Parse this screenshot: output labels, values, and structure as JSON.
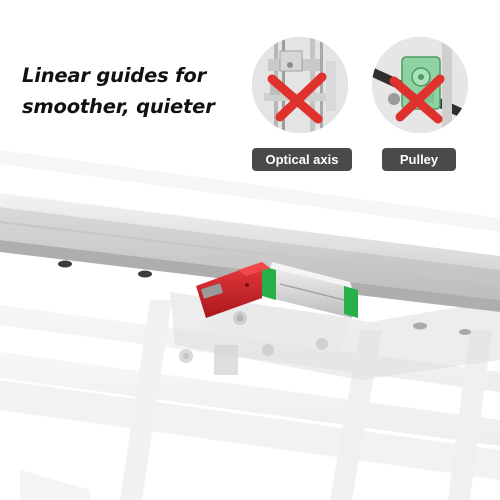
{
  "headline": {
    "line1": "Linear guides for",
    "line2": "smoother, quieter"
  },
  "comparison": [
    {
      "label": "Optical axis",
      "icon": "x-mark-icon"
    },
    {
      "label": "Pulley",
      "icon": "x-mark-icon"
    }
  ],
  "colors": {
    "headline_text": "#111111",
    "badge_background": "#4a4a4a",
    "x_mark": "#e0322c",
    "carriage_red": "#d6262b",
    "carriage_green": "#27b04a",
    "rail_aluminium": "#cfcfcf"
  }
}
